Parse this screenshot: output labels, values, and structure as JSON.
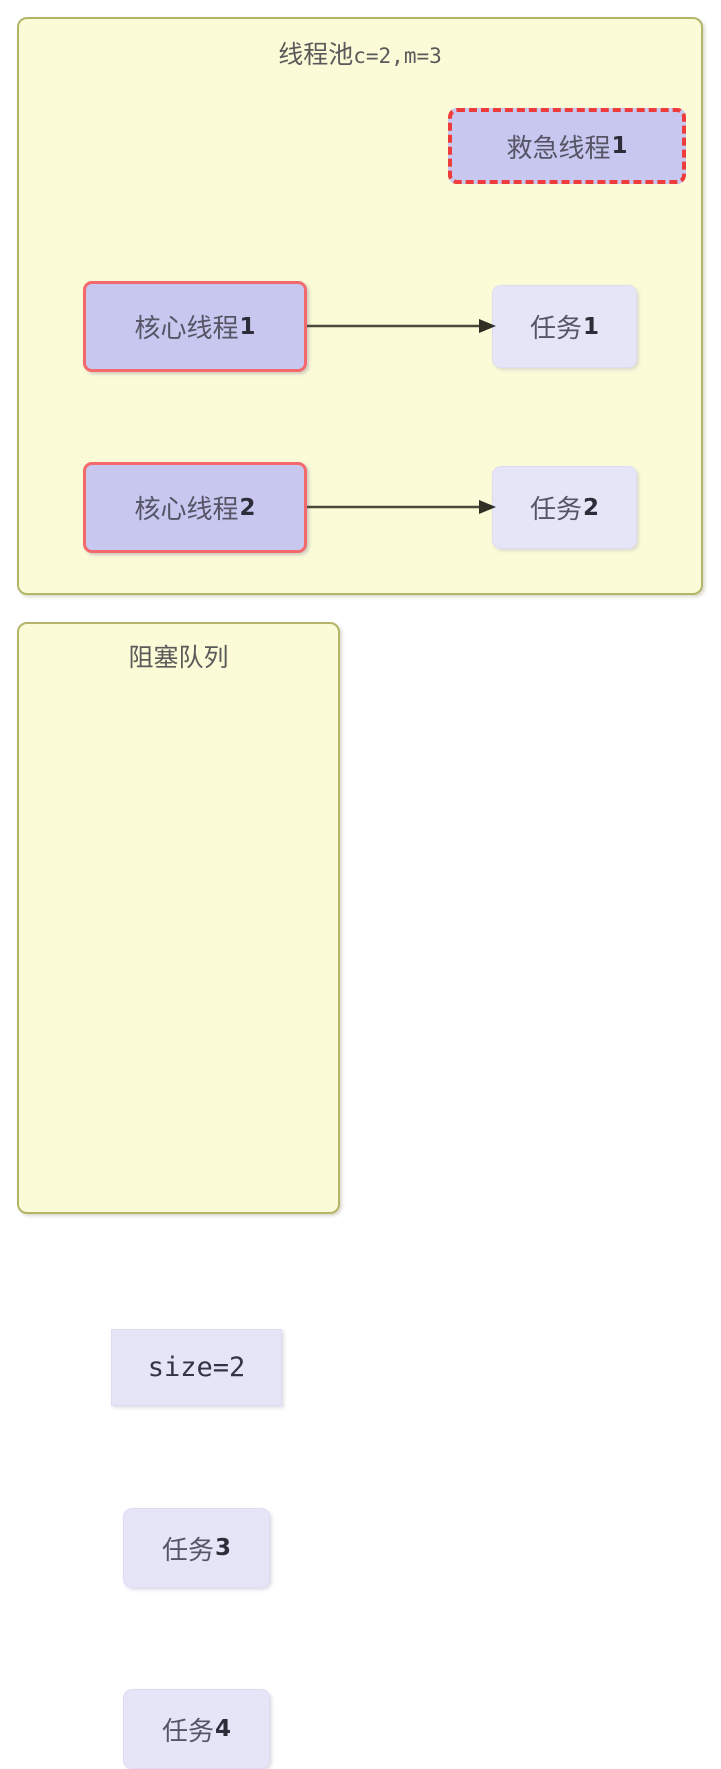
{
  "diagram": {
    "thread_pool": {
      "title_cn": "线程池",
      "title_params": "c=2,m=3",
      "emergency_threads": [
        {
          "label": "救急线程",
          "index": "1"
        }
      ],
      "core_threads": [
        {
          "label": "核心线程",
          "index": "1"
        },
        {
          "label": "核心线程",
          "index": "2"
        }
      ],
      "running_tasks": [
        {
          "label": "任务",
          "index": "1"
        },
        {
          "label": "任务",
          "index": "2"
        }
      ]
    },
    "blocking_queue": {
      "title": "阻塞队列",
      "size_label": "size=2",
      "queued_tasks": [
        {
          "label": "任务",
          "index": "3"
        },
        {
          "label": "任务",
          "index": "4"
        }
      ]
    },
    "colors": {
      "panel_fill": "#fbfbd8",
      "panel_border": "#b5b56a",
      "thread_fill": "#c8c7f0",
      "core_border": "#f4696c",
      "emergency_border": "#ee3b3b",
      "task_fill": "#e6e5f8",
      "arrow": "#4a4a3c",
      "text": "#555566"
    }
  }
}
